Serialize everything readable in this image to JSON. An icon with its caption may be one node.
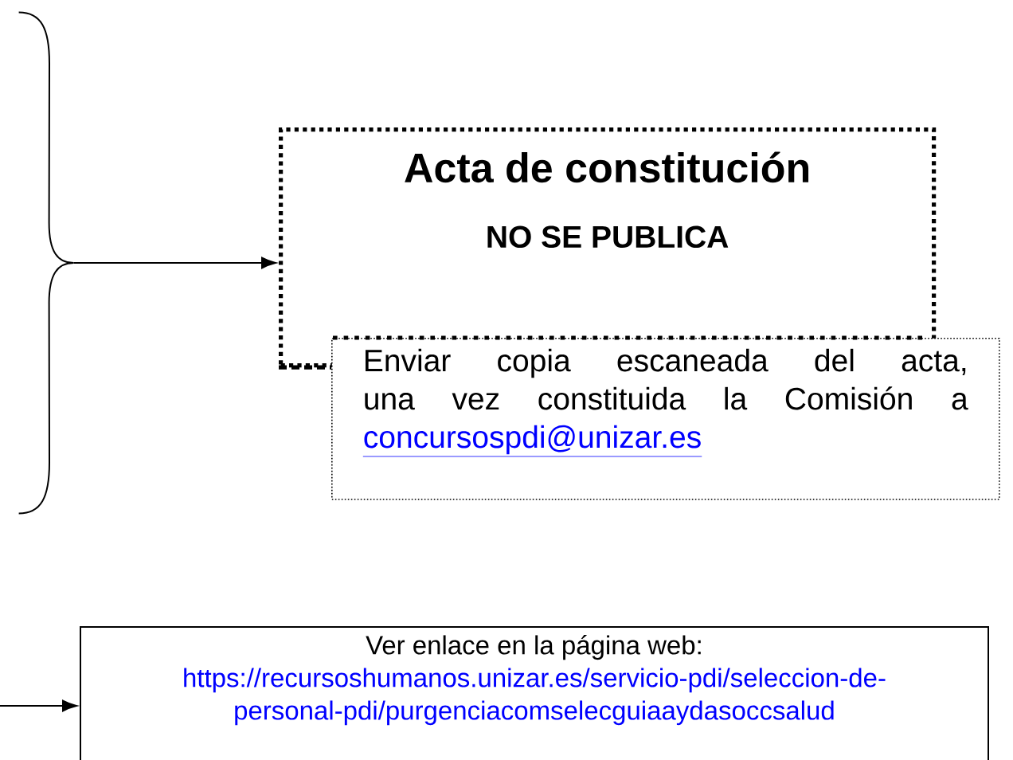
{
  "diagram": {
    "nodes": [
      {
        "text": [],
        "shape": "brace"
      },
      {
        "text": [
          "Acta de constitución",
          "NO SE PUBLICA"
        ]
      },
      {
        "text": [
          "Enviar copia escaneada del acta, una vez constituida la Comisión a",
          "concursospdi@unizar.es"
        ]
      },
      {
        "text": [
          "Ver enlace en la página web:",
          "https://recursoshumanos.unizar.es/servicio-pdi/seleccion-de-personal-pdi/purgenciacomselecguiaaydasoccsalud"
        ]
      }
    ],
    "edges": [
      {
        "from": 0,
        "to": 1,
        "arrow": "to"
      },
      {
        "from": 1,
        "to": 2,
        "arrow": "none",
        "style": "dashed"
      },
      {
        "from": null,
        "to": 3,
        "arrow": "to"
      }
    ]
  }
}
